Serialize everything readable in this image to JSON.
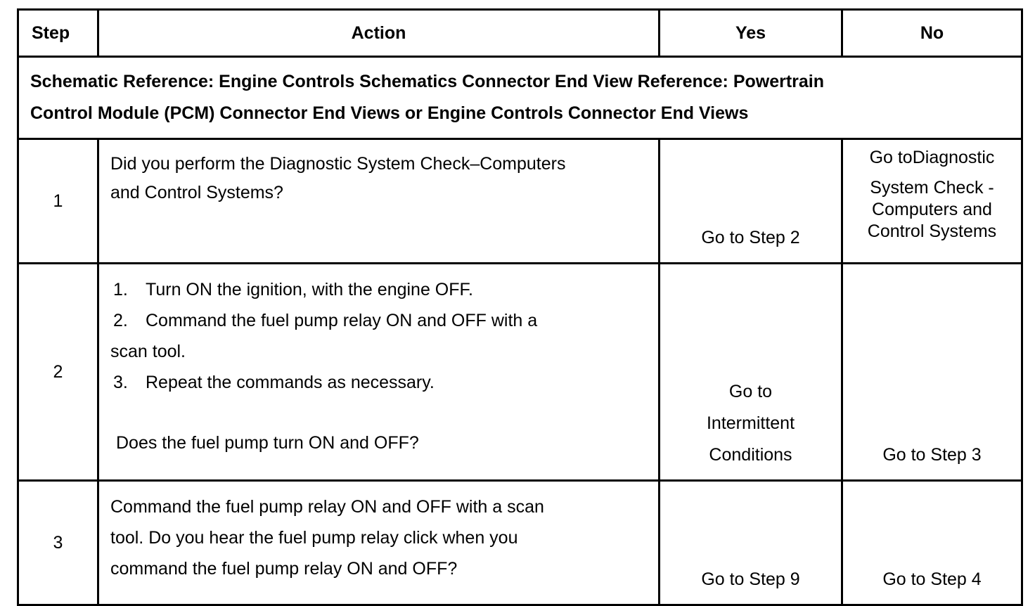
{
  "headers": {
    "step": "Step",
    "action": "Action",
    "yes": "Yes",
    "no": "No"
  },
  "reference": {
    "line1": "Schematic Reference: Engine Controls Schematics Connector End View Reference: Powertrain",
    "line2": "Control Module (PCM) Connector End Views or Engine Controls Connector End Views"
  },
  "rows": [
    {
      "step": "1",
      "action_line1": "Did you perform the Diagnostic System Check–Computers",
      "action_line2": "and Control Systems?",
      "yes": "Go to Step 2",
      "no_line1": "Go toDiagnostic",
      "no_line2": "System Check -",
      "no_line3": "Computers and",
      "no_line4": "Control Systems"
    },
    {
      "step": "2",
      "list": [
        {
          "num": "1.",
          "text": "Turn ON the ignition, with the engine OFF."
        },
        {
          "num": "2.",
          "text": "Command the fuel pump relay ON and OFF with a"
        },
        {
          "num": "",
          "text": "scan tool."
        },
        {
          "num": "3.",
          "text": "Repeat the commands as necessary."
        }
      ],
      "question": "Does the fuel pump turn ON and OFF?",
      "yes_line1": "Go to",
      "yes_line2": "Intermittent",
      "yes_line3": "Conditions",
      "no": "Go to Step 3"
    },
    {
      "step": "3",
      "action_line1": "Command the fuel pump relay ON and OFF with a scan",
      "action_line2": "tool. Do you hear the fuel pump relay click when you",
      "action_line3": "command the fuel pump relay ON and OFF?",
      "yes": "Go to Step 9",
      "no": "Go to Step 4"
    }
  ]
}
